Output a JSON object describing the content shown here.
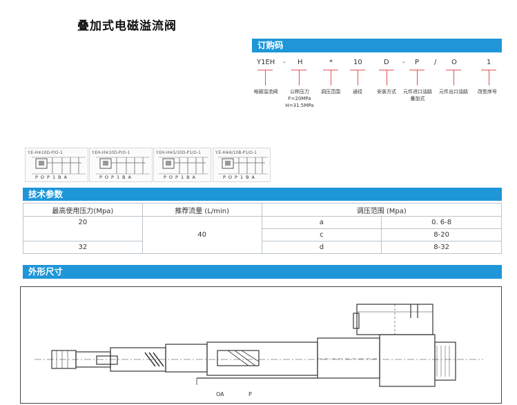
{
  "title": "叠加式电磁溢流阀",
  "order_section": {
    "heading": "订购码",
    "code": [
      "Y1EH",
      "-",
      "H",
      "*",
      "10",
      "D",
      "-",
      "P",
      "/",
      "O",
      "1"
    ],
    "descriptions": [
      "电磁溢流阀",
      "公称压力",
      "F=20MPa",
      "H=31.5MPa",
      "调压范围",
      "通径",
      "安装方式",
      "元件进口油路",
      "元件出口油路",
      "叠加式",
      "改型序号"
    ]
  },
  "symbols": [
    {
      "label": "Y.E-H※10D-P/O-1",
      "ports": "POP1BA"
    },
    {
      "label": "Y.EH-H※10D-P/O-1",
      "ports": "POP1BA"
    },
    {
      "label": "Y.EH-H※5/10D-P1/O-1",
      "ports": "POP1BA"
    },
    {
      "label": "Y.E-H※6/10B-P1/O-1",
      "ports": "POP1BA"
    }
  ],
  "tech_section": {
    "heading": "技术参数",
    "headers": [
      "最高使用压力(Mpa)",
      "推荐流量 (L/min)",
      "调压范围 (Mpa)"
    ],
    "pressures": [
      "20",
      "32"
    ],
    "flow": "40",
    "ranges": [
      {
        "code": "a",
        "range": "0. 6-8"
      },
      {
        "code": "c",
        "range": "8-20"
      },
      {
        "code": "d",
        "range": "8-32"
      }
    ]
  },
  "dimension_section": {
    "heading": "外形尺寸",
    "port_labels": [
      "OA",
      "P"
    ]
  }
}
